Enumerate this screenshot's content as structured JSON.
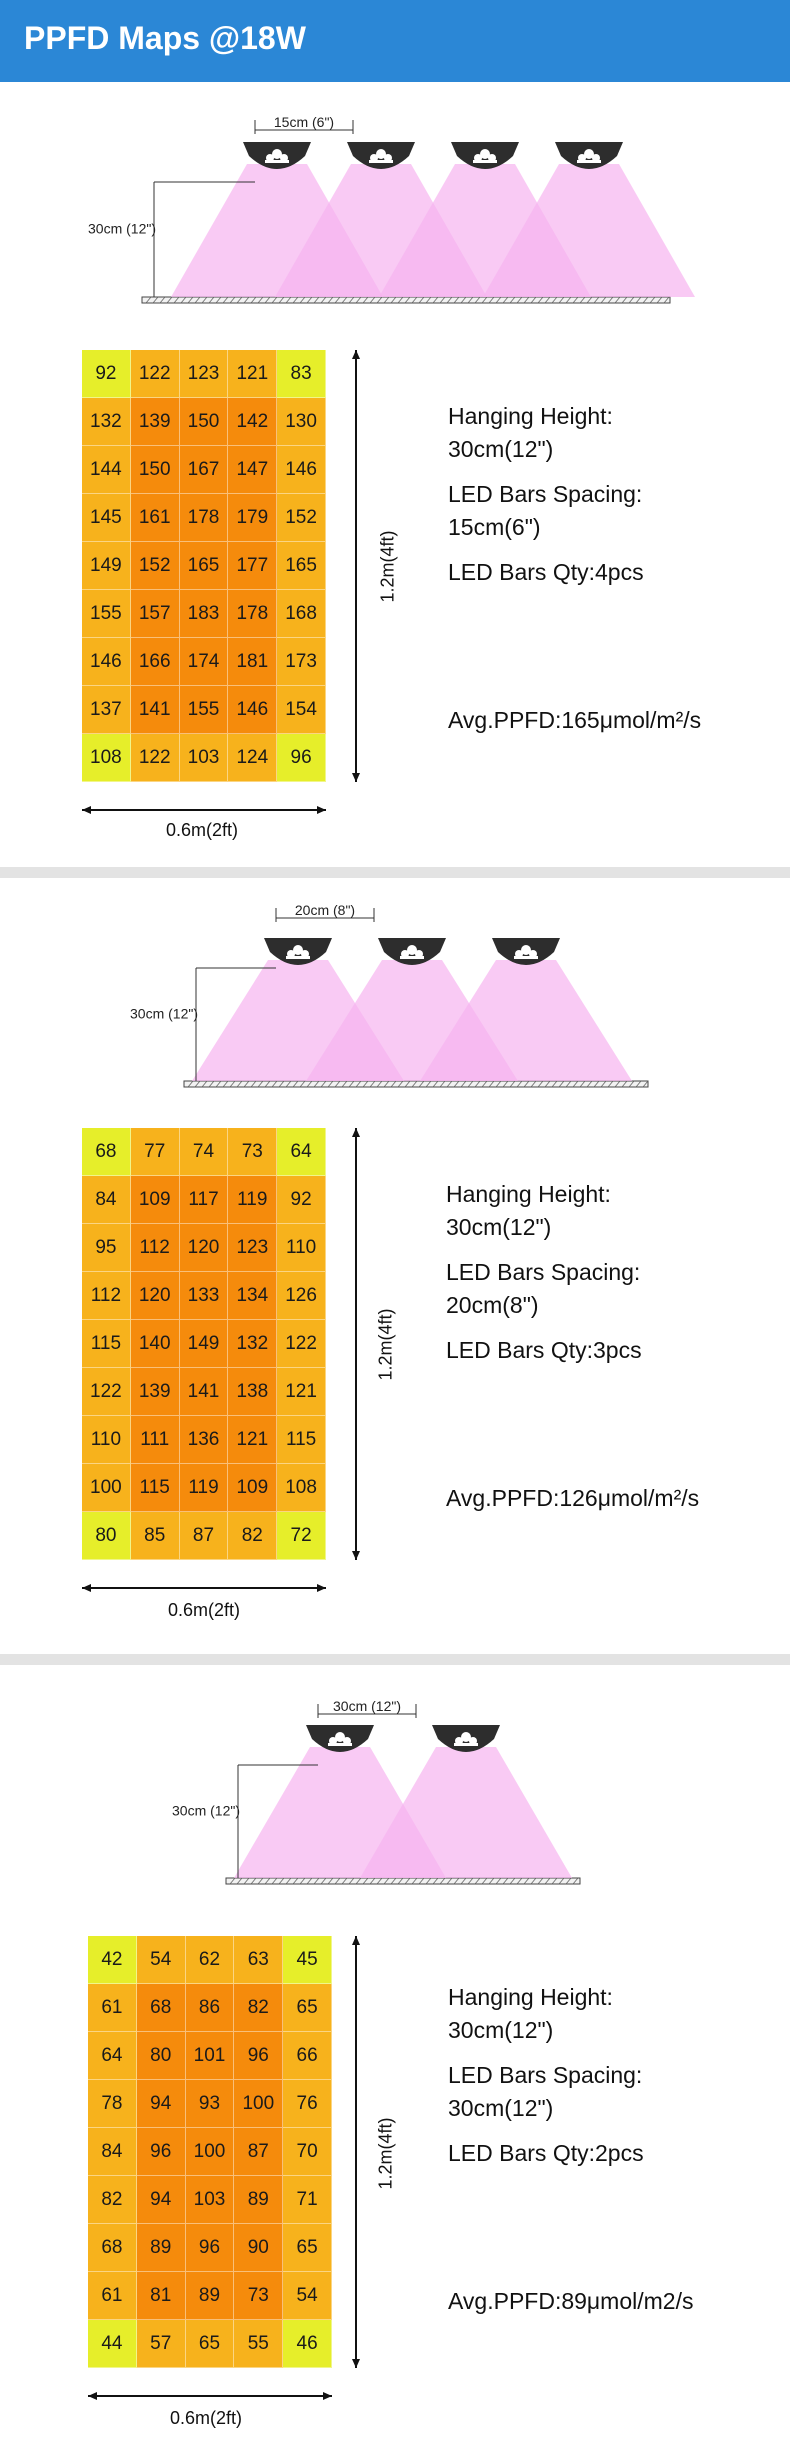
{
  "header": {
    "title": "PPFD Maps @18W"
  },
  "colors": {
    "header_bg": "#2b87d6",
    "level_high": "#f58b0c",
    "level_mid": "#f7b21c",
    "level_low": "#e6ee2a",
    "light_cone": "#f6b4f0",
    "fixture": "#2d2d2d"
  },
  "chart_data": [
    {
      "type": "heatmap",
      "title": "",
      "diagram": {
        "spacing_label": "15cm (6\")",
        "height_label": "30cm (12\")",
        "fixtures": 4
      },
      "xlabel": "0.6m(2ft)",
      "ylabel": "1.2m(4ft)",
      "rows": [
        [
          92,
          122,
          123,
          121,
          83
        ],
        [
          132,
          139,
          150,
          142,
          130
        ],
        [
          144,
          150,
          167,
          147,
          146
        ],
        [
          145,
          161,
          178,
          179,
          152
        ],
        [
          149,
          152,
          165,
          177,
          165
        ],
        [
          155,
          157,
          183,
          178,
          168
        ],
        [
          146,
          166,
          174,
          181,
          173
        ],
        [
          137,
          141,
          155,
          146,
          154
        ],
        [
          108,
          122,
          103,
          124,
          96
        ]
      ],
      "specs": {
        "hanging_label": "Hanging Height:",
        "hanging_value": "30cm(12\")",
        "spacing_label": "LED Bars Spacing:",
        "spacing_value": "15cm(6\")",
        "qty": "LED Bars Qty:4pcs",
        "avg": "Avg.PPFD:165μmol/m²/s"
      }
    },
    {
      "type": "heatmap",
      "title": "",
      "diagram": {
        "spacing_label": "20cm (8\")",
        "height_label": "30cm (12\")",
        "fixtures": 3
      },
      "xlabel": "0.6m(2ft)",
      "ylabel": "1.2m(4ft)",
      "rows": [
        [
          68,
          77,
          74,
          73,
          64
        ],
        [
          84,
          109,
          117,
          119,
          92
        ],
        [
          95,
          112,
          120,
          123,
          110
        ],
        [
          112,
          120,
          133,
          134,
          126
        ],
        [
          115,
          140,
          149,
          132,
          122
        ],
        [
          122,
          139,
          141,
          138,
          121
        ],
        [
          110,
          111,
          136,
          121,
          115
        ],
        [
          100,
          115,
          119,
          109,
          108
        ],
        [
          80,
          85,
          87,
          82,
          72
        ]
      ],
      "specs": {
        "hanging_label": "Hanging Height:",
        "hanging_value": "30cm(12\")",
        "spacing_label": "LED Bars Spacing:",
        "spacing_value": "20cm(8\")",
        "qty": "LED Bars Qty:3pcs",
        "avg": "Avg.PPFD:126μmol/m²/s"
      }
    },
    {
      "type": "heatmap",
      "title": "",
      "diagram": {
        "spacing_label": "30cm (12\")",
        "height_label": "30cm (12\")",
        "fixtures": 2
      },
      "xlabel": "0.6m(2ft)",
      "ylabel": "1.2m(4ft)",
      "rows": [
        [
          42,
          54,
          62,
          63,
          45
        ],
        [
          61,
          68,
          86,
          82,
          65
        ],
        [
          64,
          80,
          101,
          96,
          66
        ],
        [
          78,
          94,
          93,
          100,
          76
        ],
        [
          84,
          96,
          100,
          87,
          70
        ],
        [
          82,
          94,
          103,
          89,
          71
        ],
        [
          68,
          89,
          96,
          90,
          65
        ],
        [
          61,
          81,
          89,
          73,
          54
        ],
        [
          44,
          57,
          65,
          55,
          46
        ]
      ],
      "specs": {
        "hanging_label": "Hanging Height:",
        "hanging_value": "30cm(12\")",
        "spacing_label": "LED Bars Spacing:",
        "spacing_value": "30cm(12\")",
        "qty": "LED Bars Qty:2pcs",
        "avg": "Avg.PPFD:89μmol/m2/s"
      }
    }
  ]
}
